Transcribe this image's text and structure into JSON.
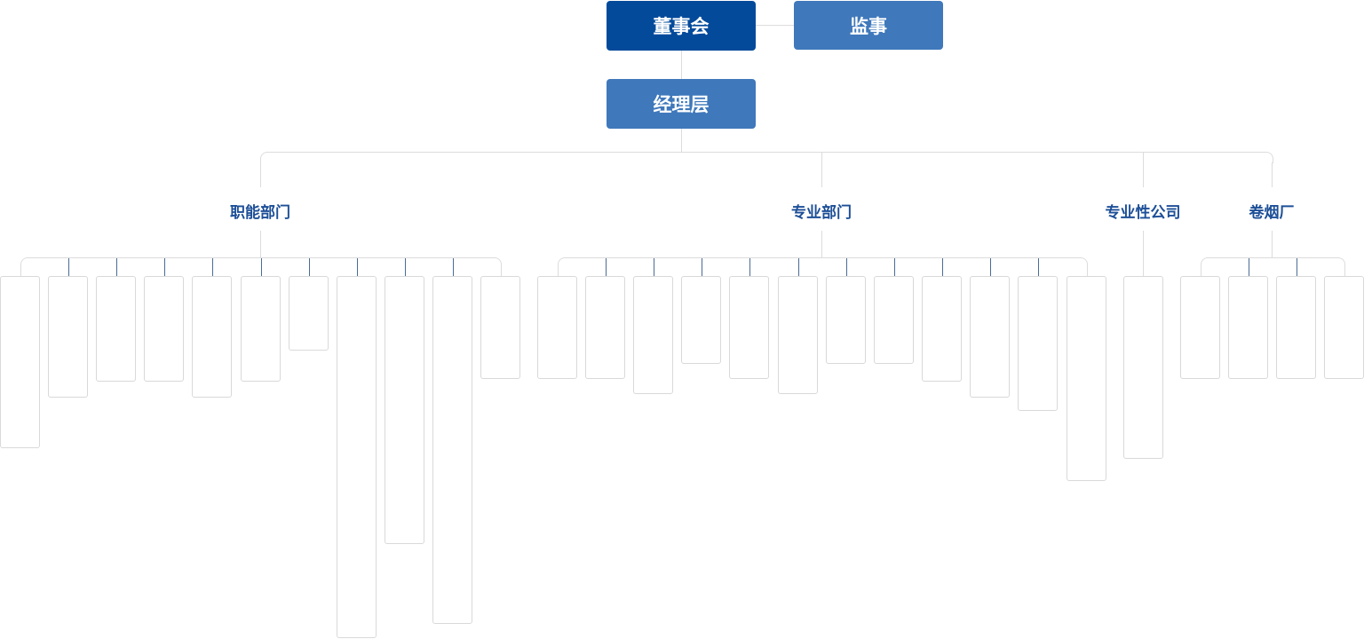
{
  "top": {
    "board": "董事会",
    "supervisor": "监事",
    "management": "经理层"
  },
  "groups": {
    "functional": "职能部门",
    "professional": "专业部门",
    "professional_company": "专业性公司",
    "cigarette_factory": "卷烟厂"
  },
  "colors": {
    "board": "#034a9b",
    "secondary": "#3f78bb",
    "group_label": "#1d4f97",
    "connector": "#dcdcdc"
  }
}
